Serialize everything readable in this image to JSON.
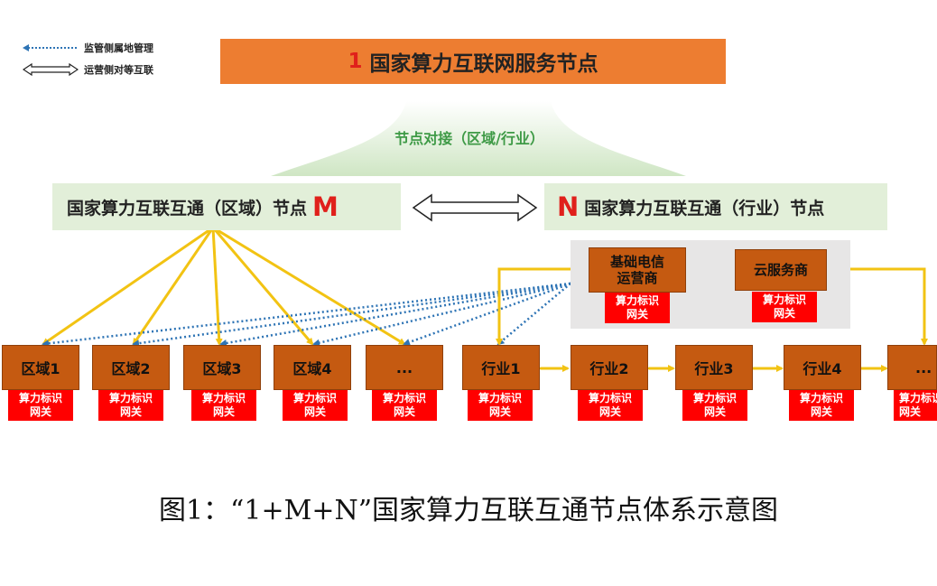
{
  "legend": {
    "supervision": "监管侧属地管理",
    "peer": "运营侧对等互联"
  },
  "top_node": {
    "number": "1",
    "label": "国家算力互联网服务节点"
  },
  "docking_label": "节点对接（区域/行业）",
  "region_node": {
    "label": "国家算力互联互通（区域）节点",
    "letter": "M"
  },
  "industry_node": {
    "letter": "N",
    "label": "国家算力互联互通（行业）节点"
  },
  "operators": [
    {
      "label_line1": "基础电信",
      "label_line2": "运营商"
    },
    {
      "label": "云服务商"
    }
  ],
  "gateway": {
    "line1": "算力标识",
    "line2": "网关"
  },
  "regions": [
    "区域1",
    "区域2",
    "区域3",
    "区域4",
    "..."
  ],
  "industries": [
    "行业1",
    "行业2",
    "行业3",
    "行业4",
    "..."
  ],
  "caption": "图1：“1+M+N”国家算力互联互通节点体系示意图",
  "colors": {
    "top_node": "#ED7D31",
    "node_box": "#C55A11",
    "gateway": "#FF0000",
    "mid_bg": "#E2EFD9",
    "arrow_yellow": "#F2C313",
    "dotted_blue": "#2E74B5",
    "accent_red": "#E0201B"
  }
}
